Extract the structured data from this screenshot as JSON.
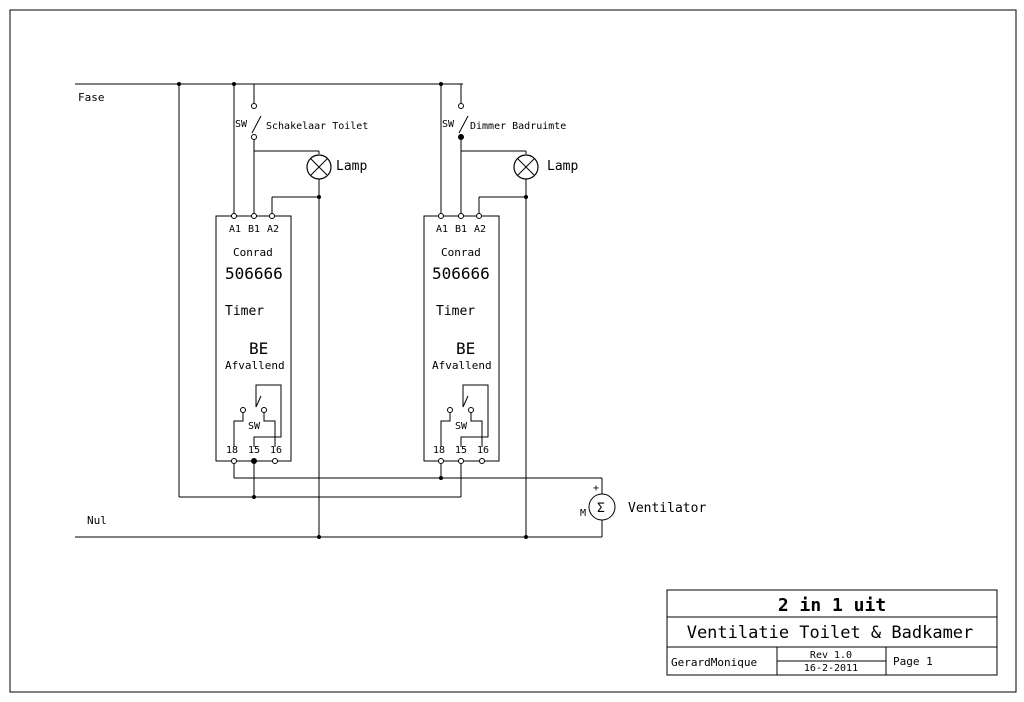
{
  "rails": {
    "phase": "Fase",
    "neutral": "Nul"
  },
  "switch_code": "SW",
  "switches": [
    {
      "label": "Schakelaar Toilet"
    },
    {
      "label": "Dimmer Badruimte"
    }
  ],
  "lamps": [
    {
      "label": "Lamp"
    },
    {
      "label": "Lamp"
    }
  ],
  "timers": [
    {
      "top_pins": [
        "A1",
        "B1",
        "A2"
      ],
      "brand": "Conrad",
      "part": "506666",
      "type": "Timer",
      "mode": "BE",
      "mode_desc": "Afvallend",
      "bottom_pins": [
        "18",
        "15",
        "16"
      ]
    },
    {
      "top_pins": [
        "A1",
        "B1",
        "A2"
      ],
      "brand": "Conrad",
      "part": "506666",
      "type": "Timer",
      "mode": "BE",
      "mode_desc": "Afvallend",
      "bottom_pins": [
        "18",
        "15",
        "16"
      ]
    }
  ],
  "fan": {
    "label": "Ventilator",
    "motor_letter": "M",
    "plus": "+",
    "symbol": "Σ"
  },
  "title_block": {
    "title": "2 in 1 uit",
    "subtitle": "Ventilatie Toilet & Badkamer",
    "author": "GerardMonique",
    "revision": "Rev 1.0",
    "date": "16-2-2011",
    "page": "Page 1"
  }
}
